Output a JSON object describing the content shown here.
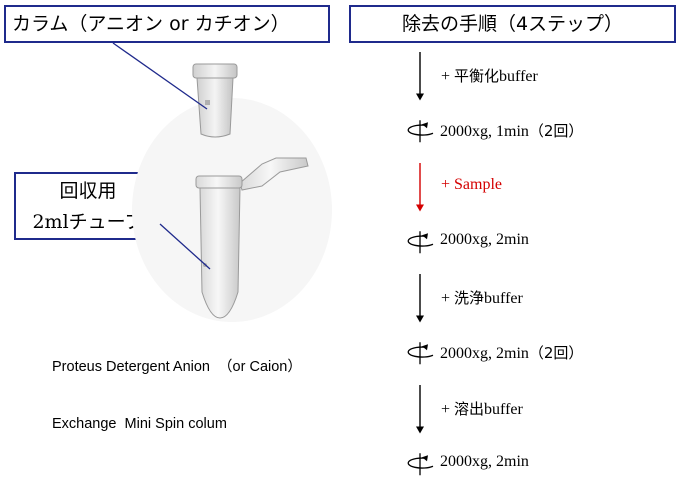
{
  "labels": {
    "column": "カラム（アニオン or カチオン）",
    "tube_line1": "回収用",
    "tube_line2": "2mlチューブ",
    "steps_title": "除去の手順（4ステップ）"
  },
  "caption": {
    "line1": "Proteus Detergent Anion  （or Caion）",
    "line2": "Exchange  Mini Spin colum"
  },
  "steps": [
    {
      "kind": "add",
      "plus": "+ ",
      "jp": "平衡化",
      "en": "buffer",
      "color": "#000000"
    },
    {
      "kind": "spin",
      "text": "2000xg, 1min",
      "note": "（2回）"
    },
    {
      "kind": "add",
      "plus": "+ ",
      "jp": "",
      "en": "Sample",
      "color": "#d40000"
    },
    {
      "kind": "spin",
      "text": "2000xg, 2min",
      "note": ""
    },
    {
      "kind": "add",
      "plus": "+ ",
      "jp": "洗浄",
      "en": "buffer",
      "color": "#000000"
    },
    {
      "kind": "spin",
      "text": "2000xg, 2min",
      "note": "（2回）"
    },
    {
      "kind": "add",
      "plus": "+ ",
      "jp": "溶出",
      "en": "buffer",
      "color": "#000000"
    },
    {
      "kind": "spin",
      "text": "2000xg, 2min",
      "note": ""
    }
  ],
  "colors": {
    "box_border": "#1f2a8c",
    "pointer_line": "#1f2a8c",
    "arrow": "#000000",
    "sample_arrow": "#d40000"
  }
}
